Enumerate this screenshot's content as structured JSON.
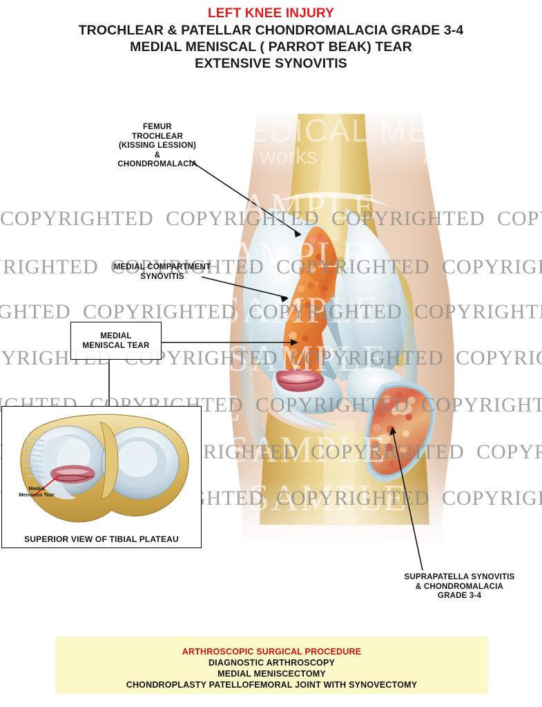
{
  "header": {
    "title_red": "LEFT KNEE INJURY",
    "title_lines": [
      "TROCHLEAR & PATELLAR CHONDROMALACIA GRADE 3-4",
      "MEDIAL MENISCAL ( PARROT BEAK) TEAR",
      "EXTENSIVE SYNOVITIS"
    ]
  },
  "colors": {
    "title_red": "#e11919",
    "title_black": "#1a1a1a",
    "procedure_box_bg": "#fcf8c8",
    "procedure_title_red": "#cc1111",
    "watermark_grey": "#8a8a8a",
    "bone": "#e7c77a",
    "cartilage": "#c8dde4",
    "skin": "#e8cdb6",
    "synovitis": "#e8833c",
    "meniscus_tear_red": "#cc4455"
  },
  "callouts": {
    "femur": {
      "lines": [
        "FEMUR",
        "TROCHLEAR",
        "(KISSING LESSION)",
        "&",
        "CHONDROMALACIA"
      ]
    },
    "medial_compartment": {
      "lines": [
        "MEDIAL COMPARTMENT",
        "SYNOVITIS"
      ]
    },
    "medial_meniscal_tear": {
      "lines": [
        "MEDIAL",
        "MENISCAL TEAR"
      ]
    },
    "suprapatella": {
      "lines": [
        "SUPRAPATELLA SYNOVITIS",
        "& CHONDROMALACIA",
        "GRADE 3-4"
      ]
    }
  },
  "inset": {
    "caption": "SUPERIOR VIEW OF TIBIAL PLATEAU",
    "tear_label_lines": [
      "Medial",
      "Meniscus Tear"
    ]
  },
  "procedure": {
    "title": "ARTHROSCOPIC SURGICAL PROCEDURE",
    "lines": [
      "DIAGNOSTIC ARTHROSCOPY",
      "MEDIAL MENISCECTOMY",
      "CHONDROPLASTY PATELLOFEMORAL JOINT WITH SYNOVECTOMY"
    ]
  },
  "watermarks": {
    "copyright_text": "COPYRIGHTED",
    "sample_text": "SAMPLE",
    "brand_top": "MEDICAL MEDI",
    "brand_sub": "art works",
    "brand_sub2": "art"
  }
}
